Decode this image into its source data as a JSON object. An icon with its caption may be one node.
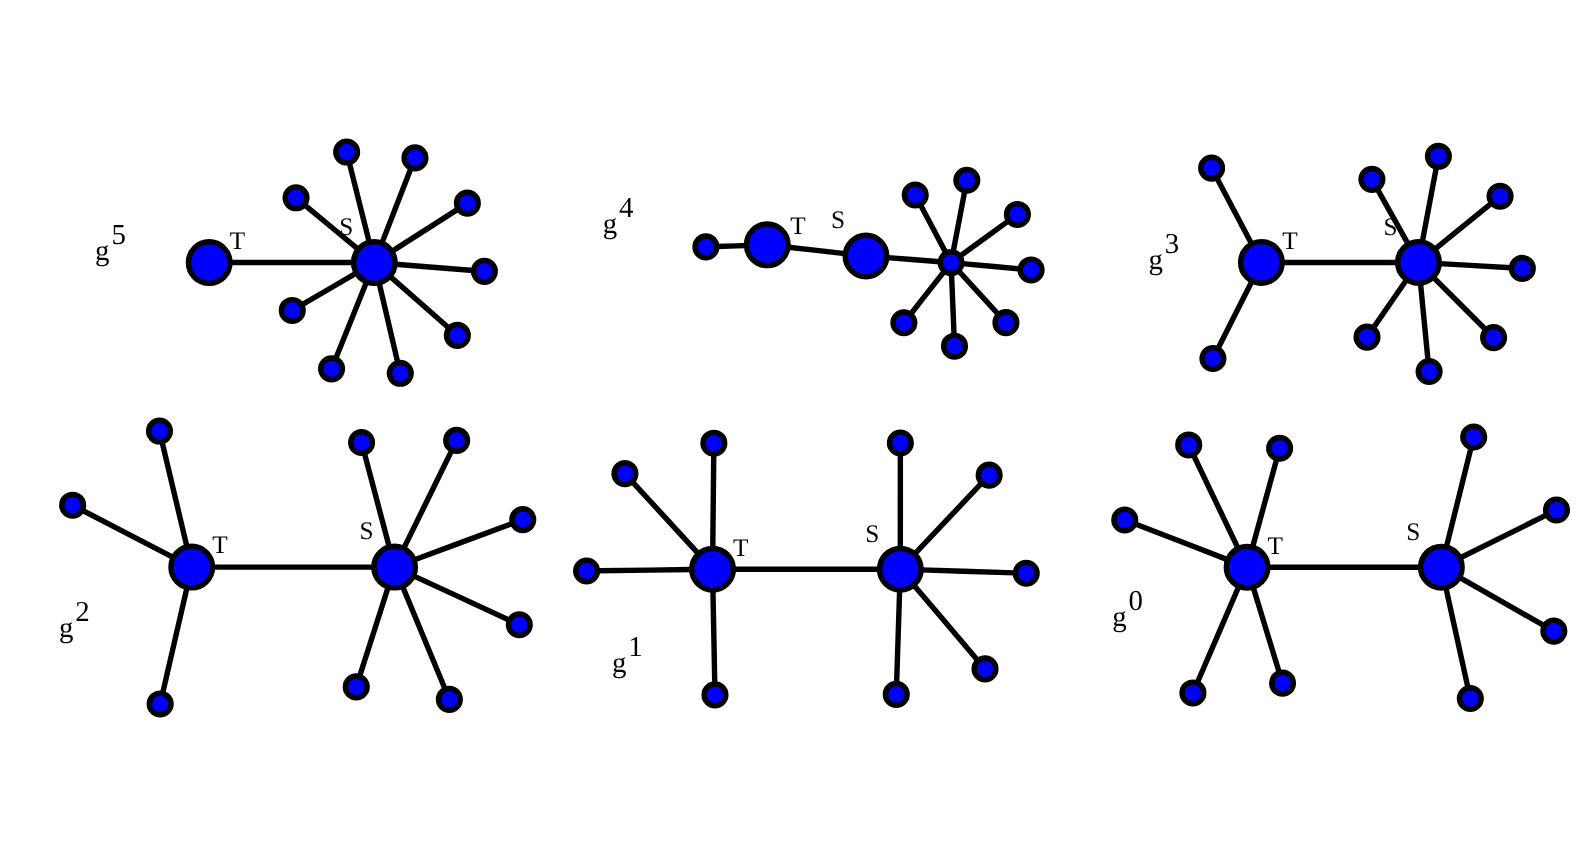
{
  "diagram": {
    "nodes": [
      {
        "text": [],
        "shape": "circle",
        "beside": [
          "T"
        ]
      },
      {
        "text": [],
        "shape": "circle",
        "beside": [
          "S"
        ]
      },
      {
        "text": [],
        "shape": "circle"
      },
      {
        "text": [],
        "shape": "circle"
      },
      {
        "text": [],
        "shape": "circle"
      },
      {
        "text": [],
        "shape": "circle"
      },
      {
        "text": [],
        "shape": "circle"
      },
      {
        "text": [],
        "shape": "circle"
      },
      {
        "text": [],
        "shape": "circle"
      },
      {
        "text": [],
        "shape": "circle"
      },
      {
        "text": [],
        "shape": "circle"
      },
      {
        "text": [],
        "shape": "circle"
      },
      {
        "text": [],
        "shape": "circle",
        "beside": [
          "T"
        ]
      },
      {
        "text": [],
        "shape": "circle",
        "beside": [
          "S"
        ]
      },
      {
        "text": [],
        "shape": "circle"
      },
      {
        "text": [],
        "shape": "circle"
      },
      {
        "text": [],
        "shape": "circle"
      },
      {
        "text": [],
        "shape": "circle"
      },
      {
        "text": [],
        "shape": "circle"
      },
      {
        "text": [],
        "shape": "circle"
      },
      {
        "text": [],
        "shape": "circle"
      },
      {
        "text": [],
        "shape": "circle"
      },
      {
        "text": [],
        "shape": "circle",
        "beside": [
          "T"
        ]
      },
      {
        "text": [],
        "shape": "circle",
        "beside": [
          "S"
        ]
      },
      {
        "text": [],
        "shape": "circle"
      },
      {
        "text": [],
        "shape": "circle"
      },
      {
        "text": [],
        "shape": "circle"
      },
      {
        "text": [],
        "shape": "circle"
      },
      {
        "text": [],
        "shape": "circle"
      },
      {
        "text": [],
        "shape": "circle"
      },
      {
        "text": [],
        "shape": "circle"
      },
      {
        "text": [],
        "shape": "circle"
      },
      {
        "text": [],
        "shape": "circle"
      },
      {
        "text": [],
        "shape": "circle",
        "beside": [
          "T"
        ]
      },
      {
        "text": [],
        "shape": "circle",
        "beside": [
          "S"
        ]
      },
      {
        "text": [],
        "shape": "circle"
      },
      {
        "text": [],
        "shape": "circle"
      },
      {
        "text": [],
        "shape": "circle"
      },
      {
        "text": [],
        "shape": "circle"
      },
      {
        "text": [],
        "shape": "circle"
      },
      {
        "text": [],
        "shape": "circle"
      },
      {
        "text": [],
        "shape": "circle"
      },
      {
        "text": [],
        "shape": "circle"
      },
      {
        "text": [],
        "shape": "circle"
      },
      {
        "text": [],
        "shape": "circle",
        "beside": [
          "T"
        ]
      },
      {
        "text": [],
        "shape": "circle",
        "beside": [
          "S"
        ]
      },
      {
        "text": [],
        "shape": "circle"
      },
      {
        "text": [],
        "shape": "circle"
      },
      {
        "text": [],
        "shape": "circle"
      },
      {
        "text": [],
        "shape": "circle"
      },
      {
        "text": [],
        "shape": "circle"
      },
      {
        "text": [],
        "shape": "circle"
      },
      {
        "text": [],
        "shape": "circle"
      },
      {
        "text": [],
        "shape": "circle"
      },
      {
        "text": [],
        "shape": "circle"
      },
      {
        "text": [],
        "shape": "circle",
        "beside": [
          "T"
        ]
      },
      {
        "text": [],
        "shape": "circle",
        "beside": [
          "S"
        ]
      },
      {
        "text": [],
        "shape": "circle"
      },
      {
        "text": [],
        "shape": "circle"
      },
      {
        "text": [],
        "shape": "circle"
      },
      {
        "text": [],
        "shape": "circle"
      },
      {
        "text": [],
        "shape": "circle"
      },
      {
        "text": [],
        "shape": "circle"
      },
      {
        "text": [],
        "shape": "circle"
      },
      {
        "text": [],
        "shape": "circle"
      },
      {
        "text": [],
        "shape": "circle"
      }
    ],
    "edges": [
      {
        "from": 0,
        "to": 1,
        "arrow": "none"
      },
      {
        "from": 1,
        "to": 2,
        "arrow": "none"
      },
      {
        "from": 1,
        "to": 3,
        "arrow": "none"
      },
      {
        "from": 1,
        "to": 4,
        "arrow": "none"
      },
      {
        "from": 1,
        "to": 5,
        "arrow": "none"
      },
      {
        "from": 1,
        "to": 6,
        "arrow": "none"
      },
      {
        "from": 1,
        "to": 7,
        "arrow": "none"
      },
      {
        "from": 1,
        "to": 8,
        "arrow": "none"
      },
      {
        "from": 1,
        "to": 9,
        "arrow": "none"
      },
      {
        "from": 1,
        "to": 10,
        "arrow": "none"
      },
      {
        "from": 11,
        "to": 12,
        "arrow": "none"
      },
      {
        "from": 12,
        "to": 13,
        "arrow": "none"
      },
      {
        "from": 13,
        "to": 14,
        "arrow": "none"
      },
      {
        "from": 14,
        "to": 15,
        "arrow": "none"
      },
      {
        "from": 14,
        "to": 16,
        "arrow": "none"
      },
      {
        "from": 14,
        "to": 17,
        "arrow": "none"
      },
      {
        "from": 14,
        "to": 18,
        "arrow": "none"
      },
      {
        "from": 14,
        "to": 19,
        "arrow": "none"
      },
      {
        "from": 14,
        "to": 20,
        "arrow": "none"
      },
      {
        "from": 14,
        "to": 21,
        "arrow": "none"
      },
      {
        "from": 22,
        "to": 23,
        "arrow": "none"
      },
      {
        "from": 22,
        "to": 24,
        "arrow": "none"
      },
      {
        "from": 22,
        "to": 25,
        "arrow": "none"
      },
      {
        "from": 23,
        "to": 26,
        "arrow": "none"
      },
      {
        "from": 23,
        "to": 27,
        "arrow": "none"
      },
      {
        "from": 23,
        "to": 28,
        "arrow": "none"
      },
      {
        "from": 23,
        "to": 29,
        "arrow": "none"
      },
      {
        "from": 23,
        "to": 30,
        "arrow": "none"
      },
      {
        "from": 23,
        "to": 31,
        "arrow": "none"
      },
      {
        "from": 23,
        "to": 32,
        "arrow": "none"
      },
      {
        "from": 33,
        "to": 34,
        "arrow": "none"
      },
      {
        "from": 33,
        "to": 35,
        "arrow": "none"
      },
      {
        "from": 33,
        "to": 36,
        "arrow": "none"
      },
      {
        "from": 33,
        "to": 37,
        "arrow": "none"
      },
      {
        "from": 34,
        "to": 38,
        "arrow": "none"
      },
      {
        "from": 34,
        "to": 39,
        "arrow": "none"
      },
      {
        "from": 34,
        "to": 40,
        "arrow": "none"
      },
      {
        "from": 34,
        "to": 41,
        "arrow": "none"
      },
      {
        "from": 34,
        "to": 42,
        "arrow": "none"
      },
      {
        "from": 34,
        "to": 43,
        "arrow": "none"
      },
      {
        "from": 44,
        "to": 45,
        "arrow": "none"
      },
      {
        "from": 44,
        "to": 46,
        "arrow": "none"
      },
      {
        "from": 44,
        "to": 47,
        "arrow": "none"
      },
      {
        "from": 44,
        "to": 48,
        "arrow": "none"
      },
      {
        "from": 44,
        "to": 49,
        "arrow": "none"
      },
      {
        "from": 45,
        "to": 50,
        "arrow": "none"
      },
      {
        "from": 45,
        "to": 51,
        "arrow": "none"
      },
      {
        "from": 45,
        "to": 52,
        "arrow": "none"
      },
      {
        "from": 45,
        "to": 53,
        "arrow": "none"
      },
      {
        "from": 45,
        "to": 54,
        "arrow": "none"
      },
      {
        "from": 55,
        "to": 56,
        "arrow": "none"
      },
      {
        "from": 55,
        "to": 57,
        "arrow": "none"
      },
      {
        "from": 55,
        "to": 58,
        "arrow": "none"
      },
      {
        "from": 55,
        "to": 59,
        "arrow": "none"
      },
      {
        "from": 55,
        "to": 60,
        "arrow": "none"
      },
      {
        "from": 55,
        "to": 61,
        "arrow": "none"
      },
      {
        "from": 56,
        "to": 62,
        "arrow": "none"
      },
      {
        "from": 56,
        "to": 63,
        "arrow": "none"
      },
      {
        "from": 56,
        "to": 64,
        "arrow": "none"
      },
      {
        "from": 56,
        "to": 65,
        "arrow": "none"
      }
    ],
    "labels": [
      "g$^{5}$",
      "g$^{4}$",
      "g$^{3}$",
      "g$^{2}$",
      "g$^{1}$",
      "g$^{0}$"
    ]
  }
}
